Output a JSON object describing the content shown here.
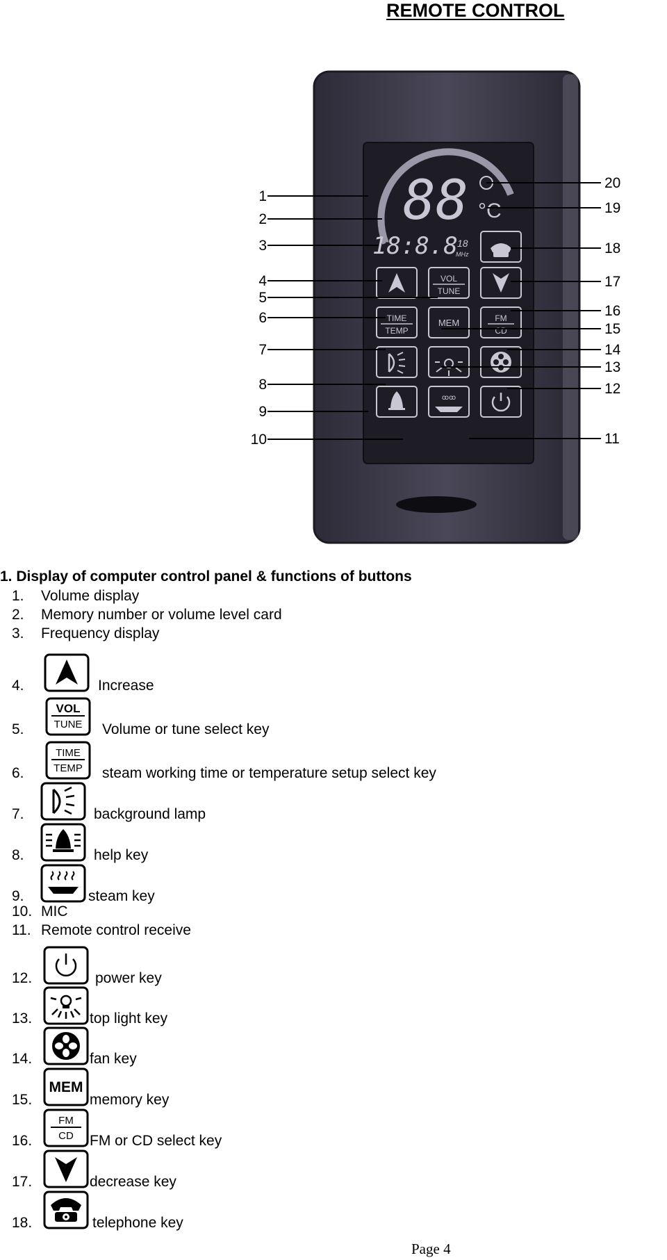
{
  "title": "REMOTE CONTROL",
  "diagram": {
    "callouts_left": [
      "1",
      "2",
      "3",
      "4",
      "5",
      "6",
      "7",
      "8",
      "9",
      "10"
    ],
    "callouts_right": [
      "20",
      "19",
      "18",
      "17",
      "16",
      "15",
      "14",
      "13",
      "12",
      "11"
    ],
    "display": {
      "temp_digits": "88",
      "temp_unit": "°C",
      "freq_digits": "18:8.8",
      "freq_small": "18",
      "freq_unit": "MHz"
    },
    "keys": {
      "vol": "VOL",
      "tune": "TUNE",
      "time": "TIME",
      "temp": "TEMP",
      "mem": "MEM",
      "fm": "FM",
      "cd": "CD"
    }
  },
  "section_heading": "1. Display of computer control panel & functions of buttons",
  "simple_items": [
    {
      "num": "1.",
      "text": "Volume display"
    },
    {
      "num": "2.",
      "text": "Memory number or volume level card"
    },
    {
      "num": "3.",
      "text": "Frequency display"
    },
    {
      "num": "10.",
      "text": "MIC"
    },
    {
      "num": "11.",
      "text": "Remote control receive"
    }
  ],
  "icon_items": [
    {
      "num": "4.",
      "icon": "up-arrow-icon",
      "text": "Increase"
    },
    {
      "num": "5.",
      "icon": "vol-tune-icon",
      "text": "Volume or tune select key"
    },
    {
      "num": "6.",
      "icon": "time-temp-icon",
      "text": "steam working time or temperature setup select key"
    },
    {
      "num": "7.",
      "icon": "background-lamp-icon",
      "text": "background lamp"
    },
    {
      "num": "8.",
      "icon": "help-bell-icon",
      "text": "help key"
    },
    {
      "num": "9.",
      "icon": "steam-icon",
      "text": "steam key"
    },
    {
      "num": "12.",
      "icon": "power-icon",
      "text": "power key"
    },
    {
      "num": "13.",
      "icon": "top-light-icon",
      "text": "top light key"
    },
    {
      "num": "14.",
      "icon": "fan-icon",
      "text": "fan key"
    },
    {
      "num": "15.",
      "icon": "mem-icon",
      "text": "memory key",
      "label": "MEM"
    },
    {
      "num": "16.",
      "icon": "fm-cd-icon",
      "text": "FM or CD select key"
    },
    {
      "num": "17.",
      "icon": "down-arrow-icon",
      "text": "decrease key"
    },
    {
      "num": "18.",
      "icon": "telephone-icon",
      "text": "telephone key"
    }
  ],
  "footer": "Page 4"
}
